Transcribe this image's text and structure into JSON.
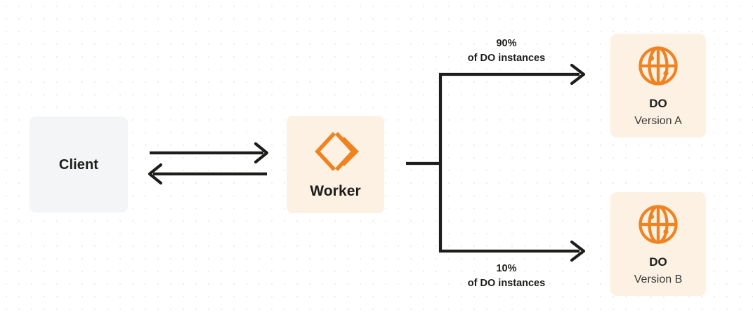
{
  "diagram": {
    "title": "Cloudflare Worker routing traffic to two Durable Object versions",
    "background": {
      "color": "#ffffff",
      "dot_color": "#ebedef"
    },
    "colors": {
      "accent_orange": "#f08321",
      "node_cream": "#fdf1e3",
      "node_gray": "#f4f5f7",
      "line_dark": "#1d1d1b",
      "text_dark": "#1d1d1b",
      "text_muted": "#3b3b38"
    },
    "nodes": {
      "client": {
        "label": "Client"
      },
      "worker": {
        "label": "Worker",
        "icon": "cloudflare-workers-icon"
      },
      "do_a": {
        "title": "DO",
        "subtitle": "Version A",
        "icon": "globe-icon"
      },
      "do_b": {
        "title": "DO",
        "subtitle": "Version B",
        "icon": "globe-icon"
      }
    },
    "edges": {
      "client_to_worker": {
        "direction": "right",
        "label": ""
      },
      "worker_to_client": {
        "direction": "left",
        "label": ""
      },
      "worker_to_do_a": {
        "percent": "90%",
        "caption": "of DO instances",
        "direction": "right"
      },
      "worker_to_do_b": {
        "percent": "10%",
        "caption": "of DO instances",
        "direction": "right"
      }
    }
  }
}
